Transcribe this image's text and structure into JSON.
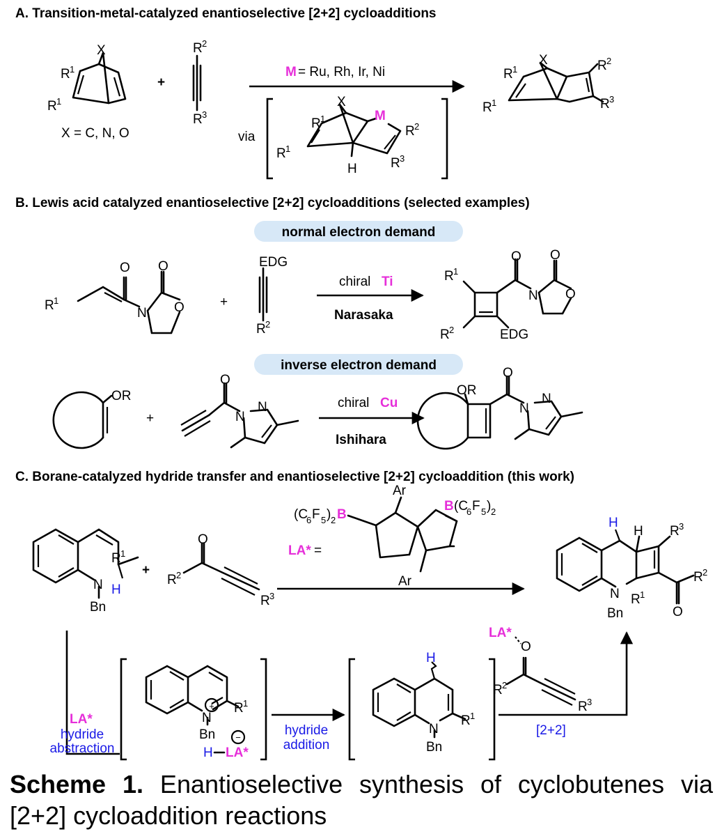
{
  "sectionA": {
    "heading": "A. Transition-metal-catalyzed enantioselective [2+2] cycloadditions",
    "x_label": "X",
    "r1": "R",
    "sup1": "1",
    "r2": "R",
    "sup2": "2",
    "r3": "R",
    "sup3": "3",
    "plus": "+",
    "x_def": "X = C, N, O",
    "metal_symbol": "M",
    "metal_list": " = Ru, Rh, Ir, Ni",
    "via": "via",
    "h_label": "H"
  },
  "sectionB": {
    "heading": "B. Lewis acid catalyzed enantioselective [2+2] cycloadditions (selected examples)",
    "pill_normal": "normal electron demand",
    "pill_inverse": "inverse electron demand",
    "o_label": "O",
    "n_label": "N",
    "edg": "EDG",
    "or_label": "OR",
    "chiral": "chiral ",
    "ti": "Ti",
    "cu": "Cu",
    "narasaka": "Narasaka",
    "ishihara": "Ishihara",
    "plus": "+"
  },
  "sectionC": {
    "heading": "C. Borane-catalyzed hydride transfer and enantioselective [2+2] cycloaddition (this work)",
    "boron_group_a": "(C",
    "c6f5_6": "6",
    "c6f5_f": "F",
    "c6f5_5": "5",
    "c6f5_2": "2",
    "boron": "B",
    "boron_group_b": "(C",
    "ar": "Ar",
    "la_star": "LA*",
    "equals": " =",
    "bn": "Bn",
    "n": "N",
    "h": "H",
    "o": "O",
    "plus": "+",
    "hydride_abstraction_1": "hydride",
    "hydride_abstraction_2": "abstraction",
    "hydride_addition_1": "hydride",
    "hydride_addition_2": "addition",
    "cyclo_label": "[2+2]",
    "plus_charge": "+",
    "minus_charge": "−",
    "h_la": "H",
    "la_bound": "LA*"
  },
  "caption": {
    "bold": "Scheme 1.",
    "line1": " Enantioselective synthesis of cyclobutenes via",
    "line2": "[2+2] cycloaddition reactions"
  },
  "colors": {
    "magenta": "#e62fd9",
    "blue": "#1a1ae6",
    "pill": "#d7e8f7"
  }
}
